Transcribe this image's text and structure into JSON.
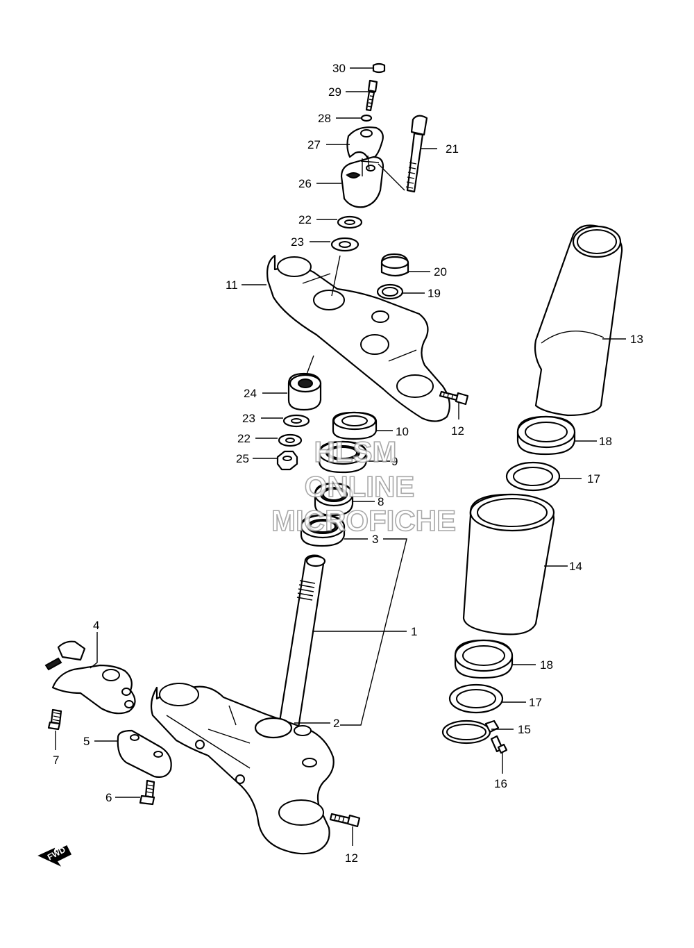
{
  "diagram": {
    "callouts": [
      "30",
      "29",
      "28",
      "27",
      "21",
      "26",
      "22",
      "23",
      "11",
      "20",
      "19",
      "13",
      "24",
      "12",
      "23",
      "10",
      "22",
      "9",
      "25",
      "18",
      "8",
      "17",
      "3",
      "14",
      "1",
      "4",
      "18",
      "17",
      "2",
      "15",
      "5",
      "7",
      "6",
      "16",
      "12"
    ],
    "watermark": [
      "HLSM",
      "ONLINE",
      "MICROFICHE"
    ],
    "direction_arrow": "FWD"
  }
}
